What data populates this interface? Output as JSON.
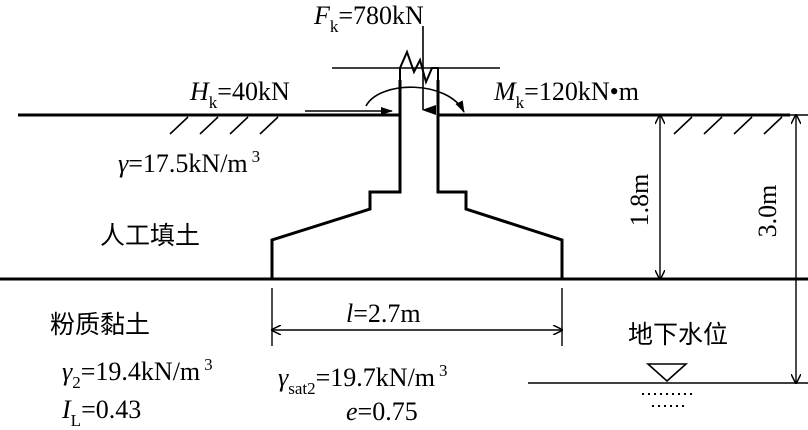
{
  "loads": {
    "vertical": {
      "symbol": "F",
      "sub": "k",
      "value": "=780kN"
    },
    "horizontal": {
      "symbol": "H",
      "sub": "k",
      "value": "=40kN"
    },
    "moment": {
      "symbol": "M",
      "sub": "k",
      "value": "=120kN•m"
    }
  },
  "fill_soil": {
    "name": "人工填土",
    "gamma": {
      "symbol": "γ",
      "value": "=17.5kN/m",
      "exp": "3"
    }
  },
  "clay": {
    "name": "粉质黏土",
    "gamma2": {
      "symbol": "γ",
      "sub": "2",
      "value": "=19.4kN/m",
      "exp": "3"
    },
    "il": {
      "symbol": "I",
      "sub": "L",
      "value": "=0.43"
    },
    "gamma_sat2": {
      "symbol": "γ",
      "sub": "sat2",
      "value": "=19.7kN/m",
      "exp": "3"
    },
    "e": {
      "symbol": "e",
      "value": "=0.75"
    }
  },
  "dimensions": {
    "width": {
      "symbol": "l",
      "value": "=2.7m"
    },
    "depth": "1.8m",
    "water_depth": "3.0m"
  },
  "water_table": {
    "label": "地下水位"
  }
}
